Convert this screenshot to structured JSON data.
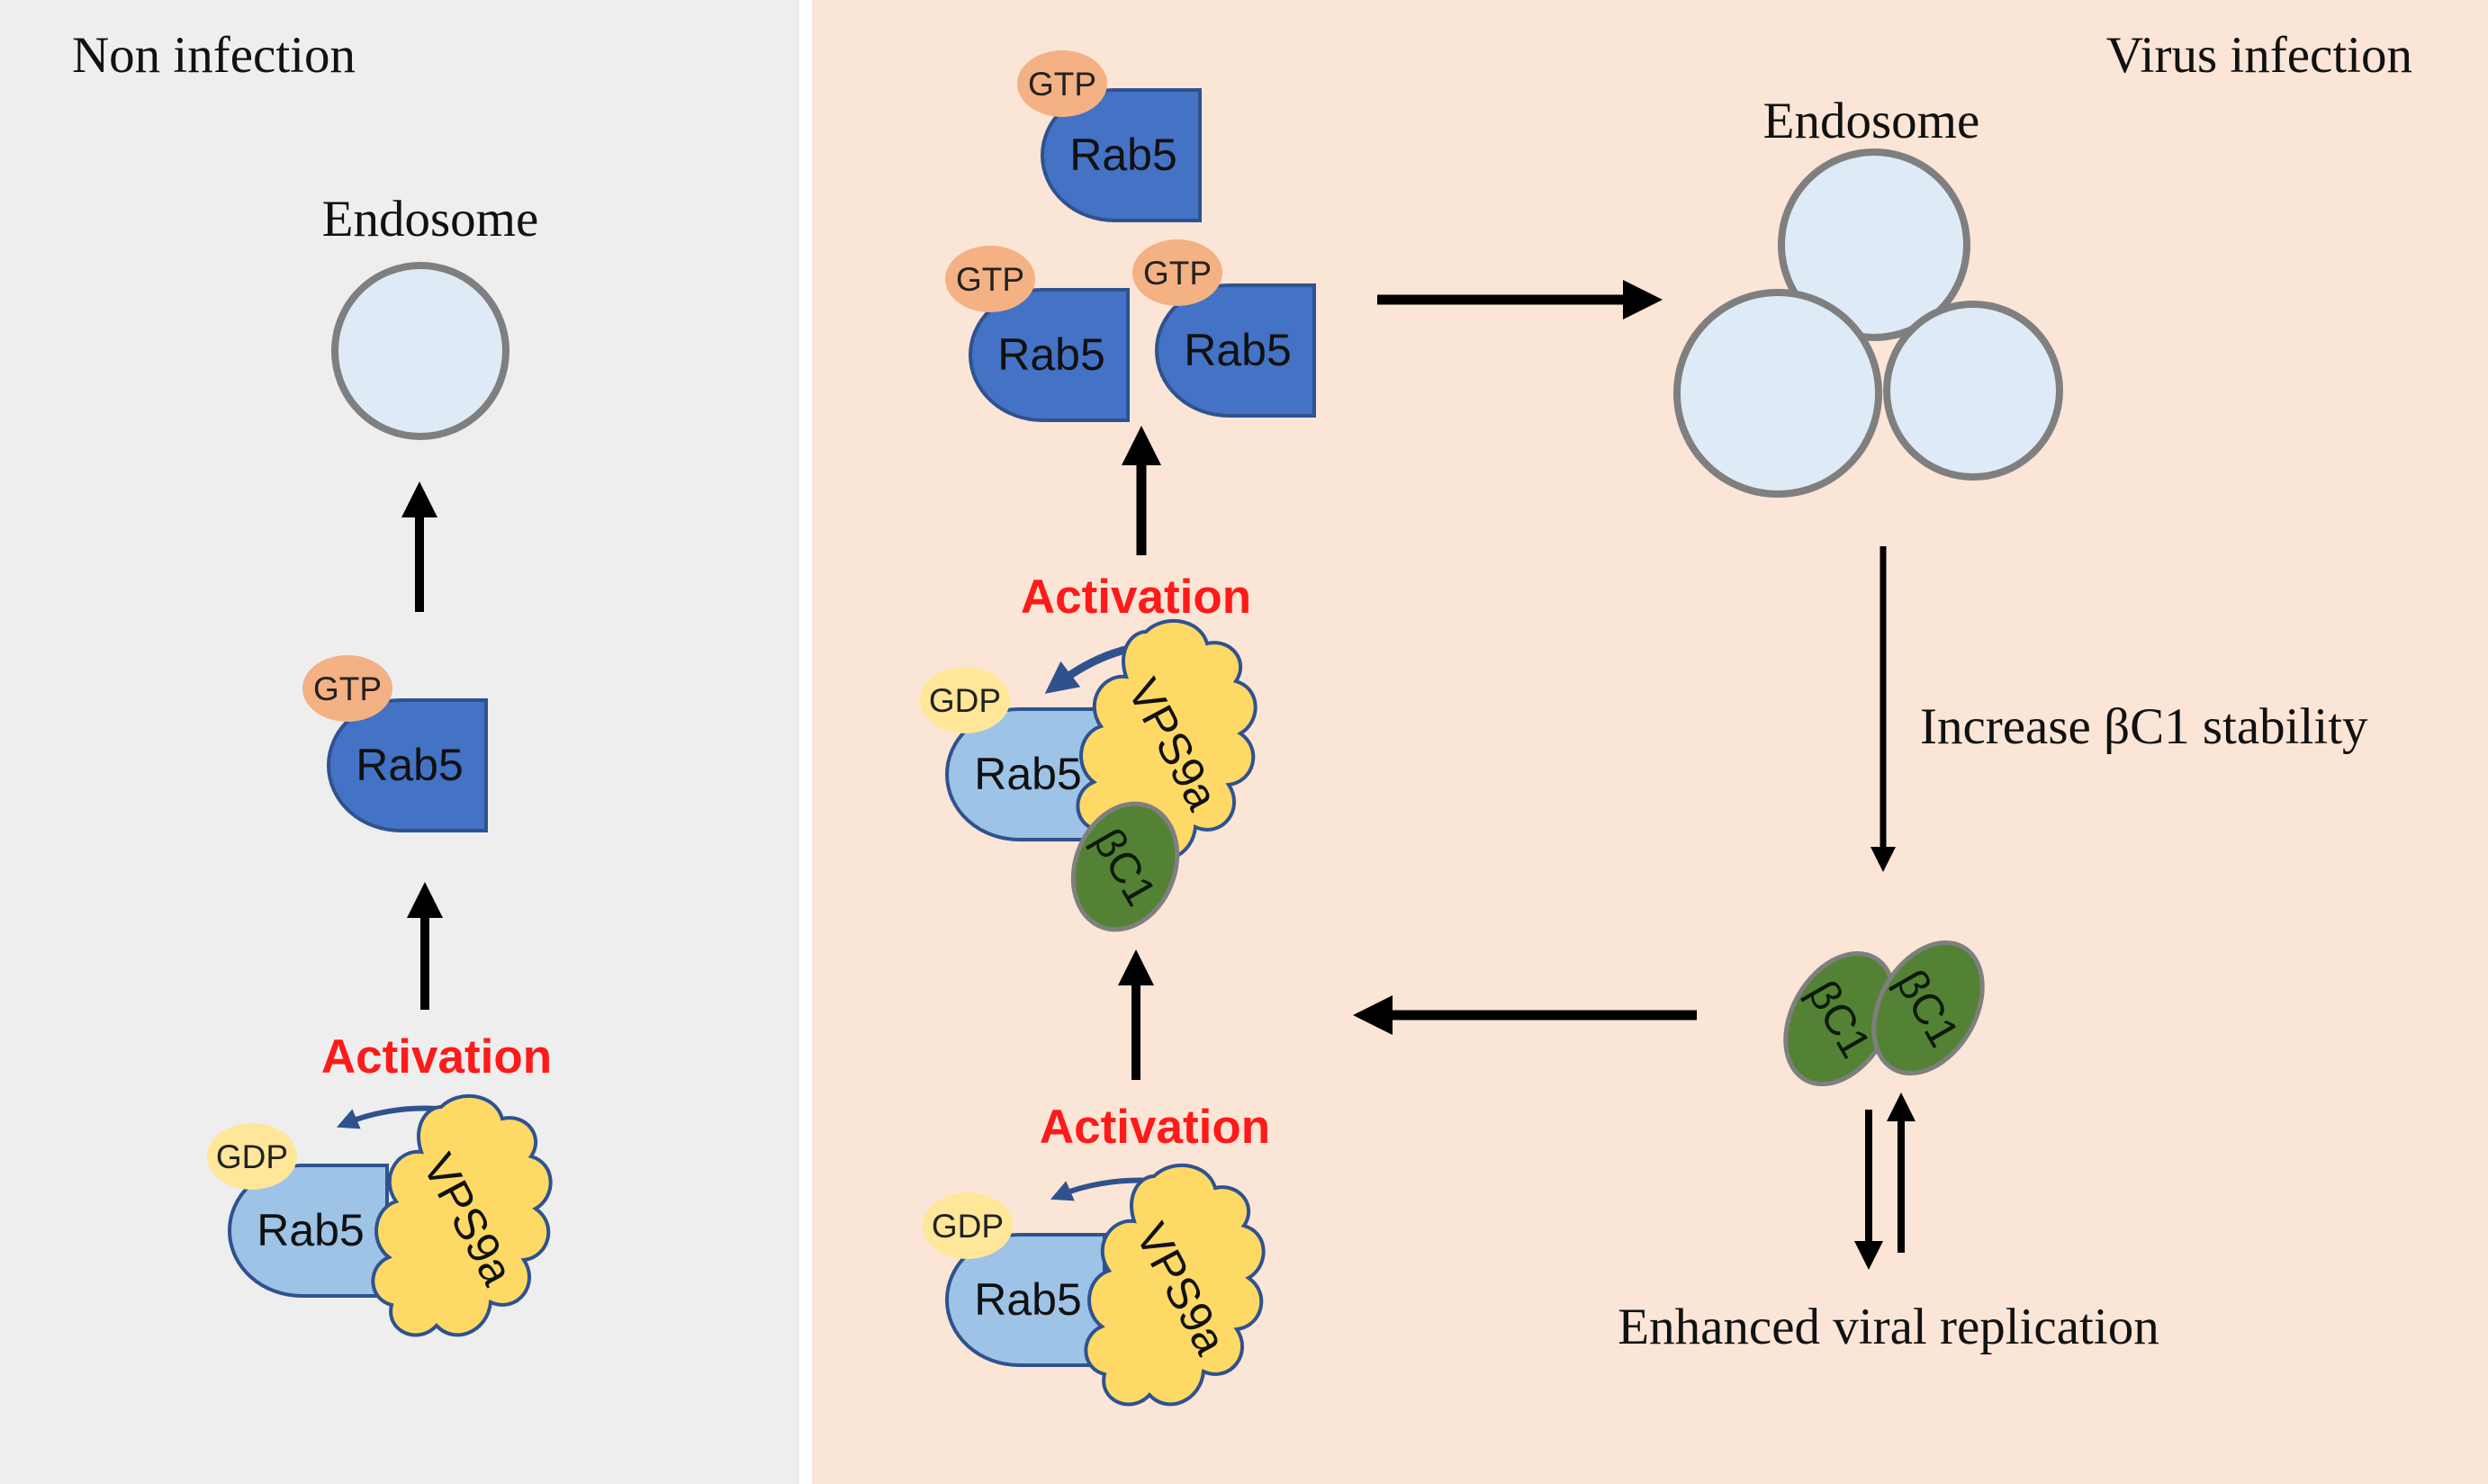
{
  "panels": {
    "left": {
      "title": "Non infection",
      "bg": "#eeeeee"
    },
    "right": {
      "title": "Virus infection",
      "bg": "#fbe5d6"
    }
  },
  "labels": {
    "endosome": "Endosome",
    "activation": "Activation",
    "rab5": "Rab5",
    "gtp": "GTP",
    "gdp": "GDP",
    "vps9a": "VPS9a",
    "bc1": "βC1",
    "increase_stability": "Increase  βC1 stability",
    "enhanced_replication": "Enhanced viral replication"
  },
  "colors": {
    "rab5_active": "#4472c4",
    "rab5_inactive": "#9dc3e6",
    "rab5_stroke": "#2f528f",
    "gtp": "#f4b183",
    "gdp": "#ffe699",
    "vps9a": "#ffd966",
    "bc1": "#548235",
    "endosome_fill": "#deebf7",
    "endosome_stroke": "#7f7f7f",
    "activation_text": "#ff1a1a",
    "cycle_arrow": "#2f528f"
  }
}
